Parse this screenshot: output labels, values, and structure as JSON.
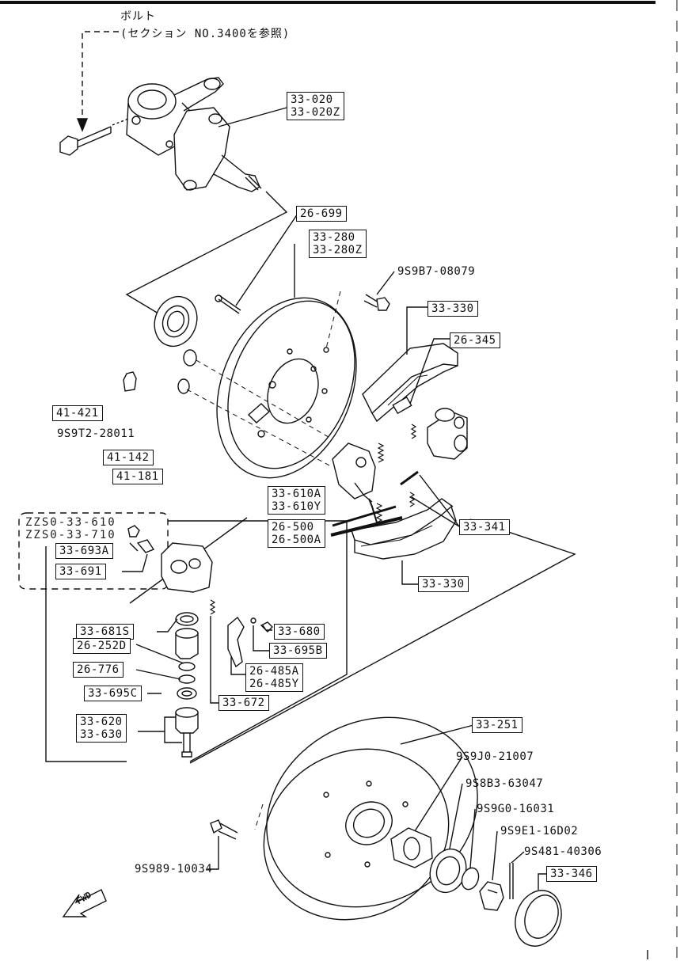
{
  "header": {
    "bolt_label": "ボルト",
    "section_ref": "(セクション NO.3400を参照)"
  },
  "sub_assembly_codes": [
    "ZZS0-33-610",
    "ZZS0-33-710"
  ],
  "fwd_label": "FWD",
  "parts": {
    "p33_020": [
      "33-020",
      "33-020Z"
    ],
    "p26_699": [
      "26-699"
    ],
    "p33_280": [
      "33-280",
      "33-280Z"
    ],
    "p9s9b7": [
      "9S9B7-08079"
    ],
    "p33_330_top": [
      "33-330"
    ],
    "p26_345": [
      "26-345"
    ],
    "p41_421": [
      "41-421"
    ],
    "p9s9t2": [
      "9S9T2-28011"
    ],
    "p41_142": [
      "41-142"
    ],
    "p41_181": [
      "41-181"
    ],
    "p33_610": [
      "33-610A",
      "33-610Y"
    ],
    "p26_500": [
      "26-500",
      "26-500A"
    ],
    "p33_341": [
      "33-341"
    ],
    "p33_330_bot": [
      "33-330"
    ],
    "p33_693": [
      "33-693A"
    ],
    "p33_691": [
      "33-691"
    ],
    "p33_681": [
      "33-681S"
    ],
    "p26_252": [
      "26-252D"
    ],
    "p26_776": [
      "26-776"
    ],
    "p33_695c": [
      "33-695C"
    ],
    "p33_620": [
      "33-620",
      "33-630"
    ],
    "p33_680": [
      "33-680"
    ],
    "p33_695b": [
      "33-695B"
    ],
    "p26_485": [
      "26-485A",
      "26-485Y"
    ],
    "p33_672": [
      "33-672"
    ],
    "p33_251": [
      "33-251"
    ],
    "p9s9j0": [
      "9S9J0-21007"
    ],
    "p9s8b3": [
      "9S8B3-63047"
    ],
    "p9s9g0": [
      "9S9G0-16031"
    ],
    "p9s9e1": [
      "9S9E1-16D02"
    ],
    "p9s481": [
      "9S481-40306"
    ],
    "p33_346": [
      "33-346"
    ],
    "p9s989": [
      "9S989-10034"
    ]
  }
}
